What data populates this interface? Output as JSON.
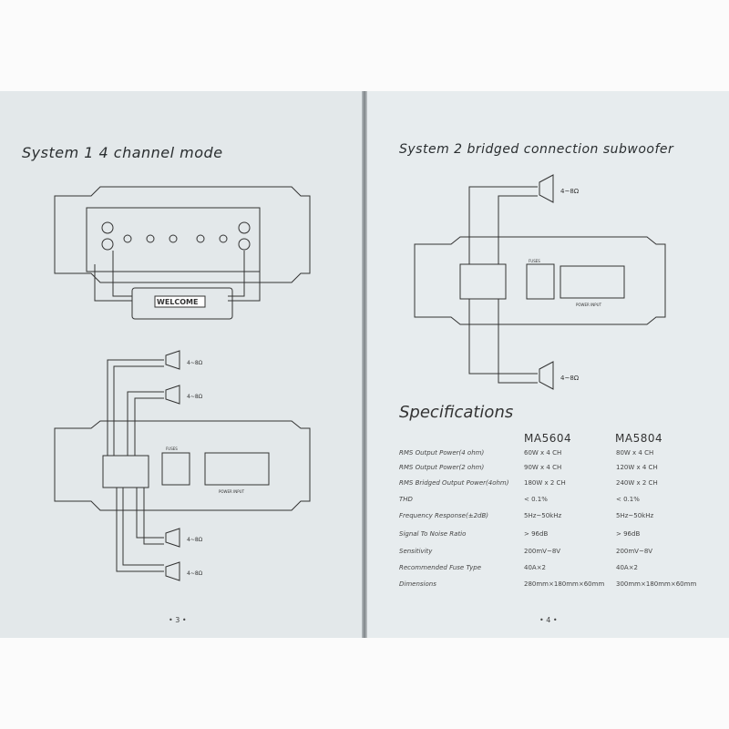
{
  "left_page": {
    "title": "System  1  4  channel  mode",
    "page_number": "• 3 •",
    "impedance_labels": [
      "4~8Ω",
      "4~8Ω",
      "4~8Ω",
      "4~8Ω"
    ],
    "head_unit_display": "WELCOME",
    "power_input": "POWER INPUT",
    "fuses": "FUSES"
  },
  "right_page": {
    "title": "System 2  bridged connection subwoofer",
    "page_number": "• 4 •",
    "impedance_labels": [
      "4~8Ω",
      "4~8Ω"
    ],
    "power_input": "POWER INPUT",
    "fuses": "FUSES",
    "specs": {
      "heading": "Specifications",
      "models": [
        "MA5604",
        "MA5804"
      ],
      "rows": [
        {
          "label": "RMS Output Power(4 ohm)",
          "values": [
            "60W x 4 CH",
            "80W x 4 CH"
          ]
        },
        {
          "label": "RMS Output Power(2 ohm)",
          "values": [
            "90W x 4 CH",
            "120W x 4 CH"
          ]
        },
        {
          "label": "RMS Bridged Output Power(4ohm)",
          "values": [
            "180W x 2 CH",
            "240W x 2 CH"
          ]
        },
        {
          "label": "THD",
          "values": [
            "< 0.1%",
            "< 0.1%"
          ]
        },
        {
          "label": "Frequency Response(±2dB)",
          "values": [
            "5Hz~50kHz",
            "5Hz~50kHz"
          ]
        },
        {
          "label": "Signal To Noise Ratio",
          "values": [
            "> 96dB",
            "> 96dB"
          ]
        },
        {
          "label": "Sensitivity",
          "values": [
            "200mV~8V",
            "200mV~8V"
          ]
        },
        {
          "label": "Recommended Fuse Type",
          "values": [
            "40A×2",
            "40A×2"
          ]
        },
        {
          "label": "Dimensions",
          "values": [
            "280mm×180mm×60mm",
            "300mm×180mm×60mm"
          ]
        }
      ]
    }
  }
}
